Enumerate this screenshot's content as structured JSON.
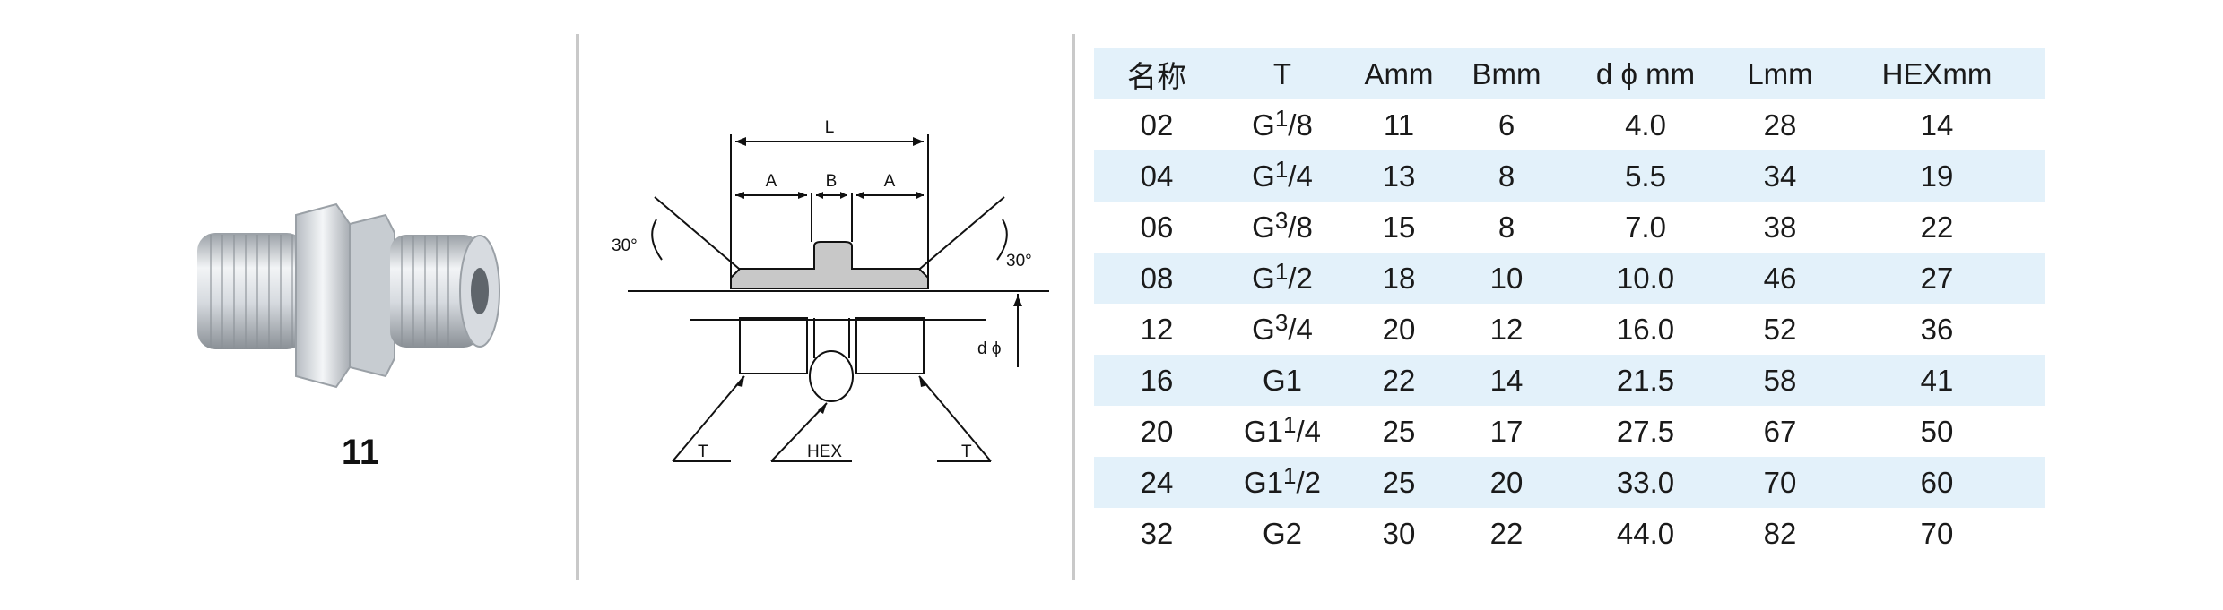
{
  "product": {
    "number": "11"
  },
  "drawing": {
    "labels": {
      "L": "L",
      "A_left": "A",
      "B": "B",
      "A_right": "A",
      "angle_left": "30°",
      "angle_right": "30°",
      "d_phi": "d ϕ",
      "T_left": "T",
      "HEX": "HEX",
      "T_right": "T"
    }
  },
  "table": {
    "headers": [
      "名称",
      "T",
      "Amm",
      "Bmm",
      "d ϕ mm",
      "Lmm",
      "HEXmm"
    ],
    "rows": [
      {
        "name": "02",
        "t_main": "G",
        "t_whole": "",
        "t_sup": "1",
        "t_rest": "/8",
        "a": "11",
        "b": "6",
        "d": "4.0",
        "l": "28",
        "hex": "14"
      },
      {
        "name": "04",
        "t_main": "G",
        "t_whole": "",
        "t_sup": "1",
        "t_rest": "/4",
        "a": "13",
        "b": "8",
        "d": "5.5",
        "l": "34",
        "hex": "19"
      },
      {
        "name": "06",
        "t_main": "G",
        "t_whole": "",
        "t_sup": "3",
        "t_rest": "/8",
        "a": "15",
        "b": "8",
        "d": "7.0",
        "l": "38",
        "hex": "22"
      },
      {
        "name": "08",
        "t_main": "G",
        "t_whole": "",
        "t_sup": "1",
        "t_rest": "/2",
        "a": "18",
        "b": "10",
        "d": "10.0",
        "l": "46",
        "hex": "27"
      },
      {
        "name": "12",
        "t_main": "G",
        "t_whole": "",
        "t_sup": "3",
        "t_rest": "/4",
        "a": "20",
        "b": "12",
        "d": "16.0",
        "l": "52",
        "hex": "36"
      },
      {
        "name": "16",
        "t_main": "G1",
        "t_whole": "",
        "t_sup": "",
        "t_rest": "",
        "a": "22",
        "b": "14",
        "d": "21.5",
        "l": "58",
        "hex": "41"
      },
      {
        "name": "20",
        "t_main": "G1",
        "t_whole": "",
        "t_sup": "1",
        "t_rest": "/4",
        "a": "25",
        "b": "17",
        "d": "27.5",
        "l": "67",
        "hex": "50"
      },
      {
        "name": "24",
        "t_main": "G1",
        "t_whole": "",
        "t_sup": "1",
        "t_rest": "/2",
        "a": "25",
        "b": "20",
        "d": "33.0",
        "l": "70",
        "hex": "60"
      },
      {
        "name": "32",
        "t_main": "G2",
        "t_whole": "",
        "t_sup": "",
        "t_rest": "",
        "a": "30",
        "b": "22",
        "d": "44.0",
        "l": "82",
        "hex": "70"
      }
    ]
  },
  "colors": {
    "header_row_bg": "#e3f1fa",
    "stripe_bg": "#e3f1fa",
    "divider": "#c9c9c9",
    "drawing_fill": "#c8c8c8"
  }
}
